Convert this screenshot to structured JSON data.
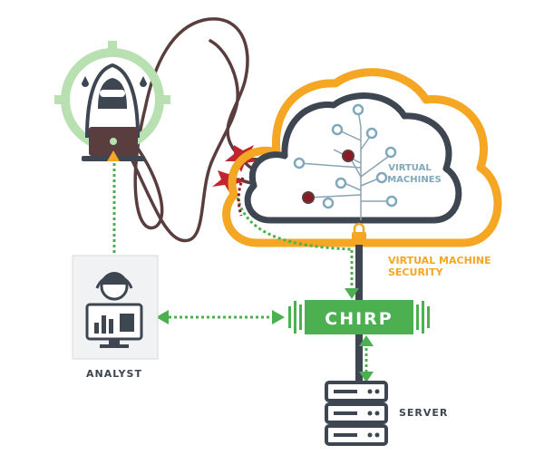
{
  "labels": {
    "virtual_machines_line1": "VIRTUAL",
    "virtual_machines_line2": "MACHINES",
    "vm_security_line1": "VIRTUAL MACHINE",
    "vm_security_line2": "SECURITY",
    "chirp": "CHIRP",
    "analyst": "ANALYST",
    "server": "SERVER"
  },
  "icons": {
    "attacker": "hooded-hacker-icon",
    "analyst": "analyst-monitor-icon",
    "server": "server-rack-icon",
    "cloud": "cloud-icon",
    "alert": "red-burst-icon"
  },
  "colors": {
    "outline": "#3d4651",
    "orange": "#f5a623",
    "green": "#4caf50",
    "light_green": "#b8e0b0",
    "dark_red": "#8b1a24",
    "cable": "#5a3d3f",
    "vm_node": "#7fa8bc"
  }
}
